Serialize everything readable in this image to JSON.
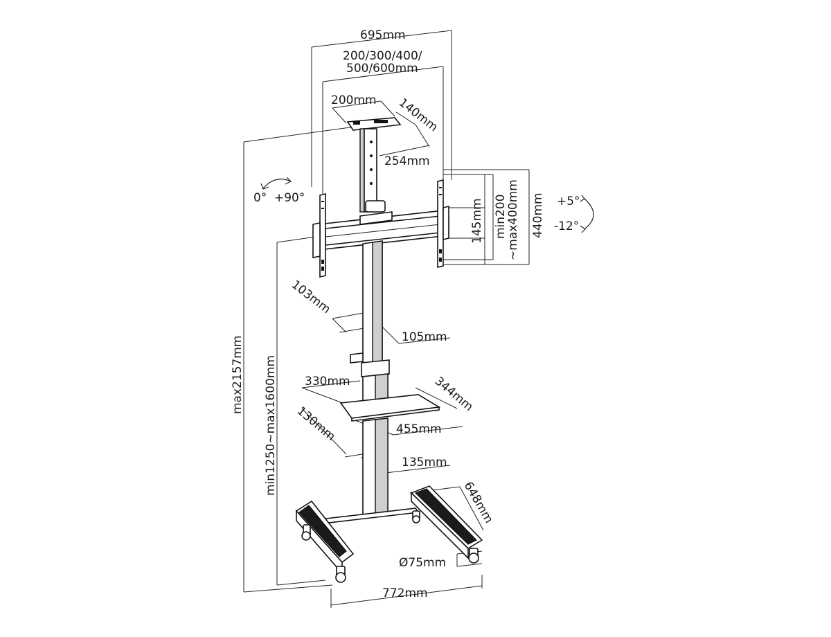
{
  "dimensions": {
    "overall_width": "695mm",
    "vesa_line1": "200/300/400/",
    "vesa_line2": "500/600mm",
    "shelf_top_width": "200mm",
    "shelf_top_depth": "140mm",
    "shelf_top_height": "254mm",
    "tilt_up": "+5°",
    "tilt_down": "-12°",
    "rotate_start": "0°",
    "rotate_end": "+90°",
    "bracket_145": "145mm",
    "bracket_range": "min200",
    "bracket_range2": "~max400mm",
    "bracket_440": "440mm",
    "pole_103": "103mm",
    "pole_105": "105mm",
    "shelf_330": "330mm",
    "shelf_344": "344mm",
    "shelf_455": "455mm",
    "lower_130": "130mm",
    "lower_135": "135mm",
    "base_648": "648mm",
    "caster": "Ø75mm",
    "base_772": "772mm",
    "max_height": "max2157mm",
    "center_height": "min1250~max1600mm"
  }
}
